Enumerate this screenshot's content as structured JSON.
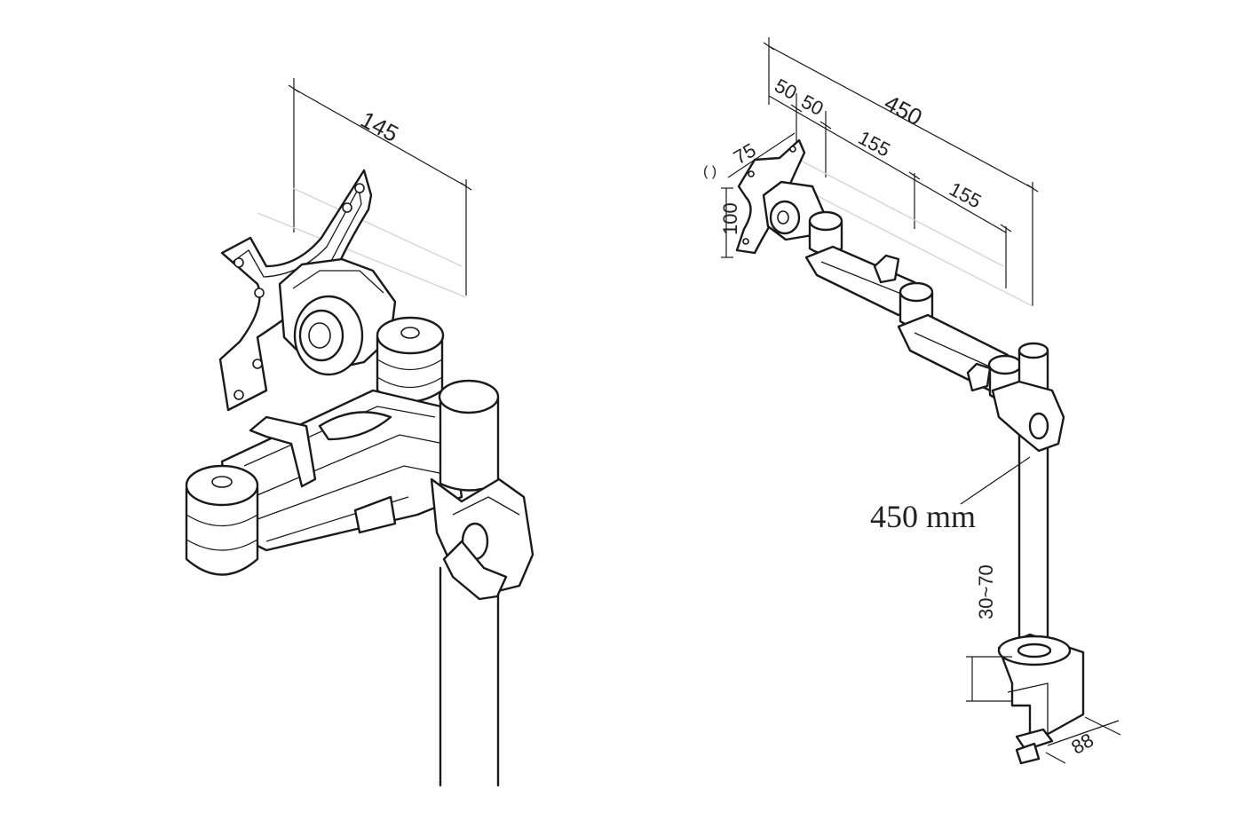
{
  "left_view": {
    "width_label": "145"
  },
  "right_view": {
    "total_length_label": "450",
    "seg_a_label": "50",
    "seg_b_label": "50",
    "seg_c_label": "155",
    "seg_d_label": "155",
    "plate_width_label": "75",
    "plate_height_label": "100",
    "pole_height_label": "450 mm",
    "clamp_range_label": "30~70",
    "clamp_depth_label": "88"
  }
}
